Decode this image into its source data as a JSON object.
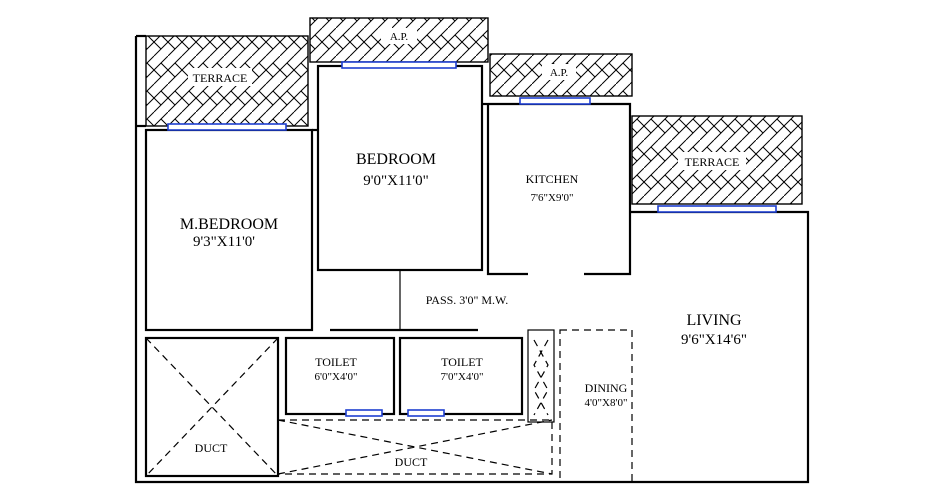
{
  "labels": {
    "terrace_left": "TERRACE",
    "ap_top": "A.P.",
    "ap_kitchen": "A.P.",
    "terrace_right": "TERRACE",
    "bedroom_name": "BEDROOM",
    "bedroom_size": "9'0\"X11'0\"",
    "kitchen_name": "KITCHEN",
    "kitchen_size": "7'6\"X9'0\"",
    "mbedroom_name": "M.BEDROOM",
    "mbedroom_size": "9'3\"X11'0'",
    "passage": "PASS. 3'0\" M.W.",
    "living_name": "LIVING",
    "living_size": "9'6\"X14'6\"",
    "toilet1_name": "TOILET",
    "toilet1_size": "6'0\"X4'0\"",
    "toilet2_name": "TOILET",
    "toilet2_size": "7'0\"X4'0\"",
    "dining_name": "DINING",
    "dining_size": "4'0\"X8'0\"",
    "duct_left": "DUCT",
    "duct_bottom": "DUCT"
  },
  "colors": {
    "walls": "#000000",
    "windows": "#1e3fd0",
    "background": "#ffffff"
  }
}
